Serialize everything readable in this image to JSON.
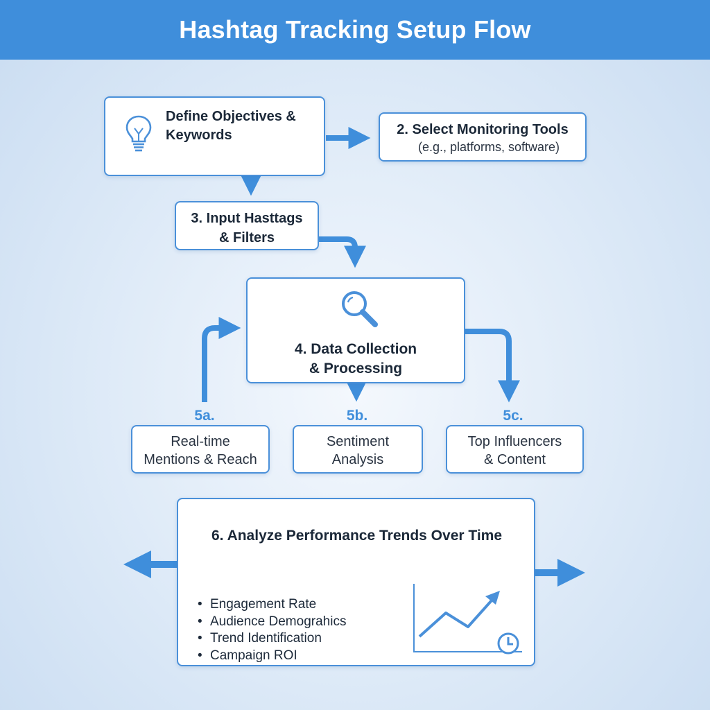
{
  "header": {
    "title": "Hashtag Tracking Setup Flow"
  },
  "steps": {
    "define": {
      "line1": "Define Objectives &",
      "line2": "Keywords",
      "icon": "lightbulb-icon"
    },
    "select": {
      "line1": "2. Select Monitoring Tools",
      "line2": "(e.g., platforms, software)"
    },
    "input": {
      "line1": "3. Input Hasttags",
      "line2": "& Filters"
    },
    "collect": {
      "line1": "4. Data Collection",
      "line2": "& Processing",
      "icon": "magnifier-icon"
    },
    "outputs": [
      {
        "tag": "5a.",
        "line1": "Real-time",
        "line2": "Mentions & Reach"
      },
      {
        "tag": "5b.",
        "line1": "Sentiment",
        "line2": "Analysis"
      },
      {
        "tag": "5c.",
        "line1": "Top Influencers",
        "line2": "& Content"
      }
    ],
    "analyze": {
      "title": "6. Analyze Performance Trends Over Time",
      "metrics": [
        "Engagement Rate",
        "Audience Demograhics",
        "Trend Identification",
        "Campaign ROI"
      ],
      "icon": "trend-chart-clock-icon"
    }
  },
  "colors": {
    "accent": "#3f8edb",
    "border": "#4a90d9",
    "text": "#1b2838"
  }
}
